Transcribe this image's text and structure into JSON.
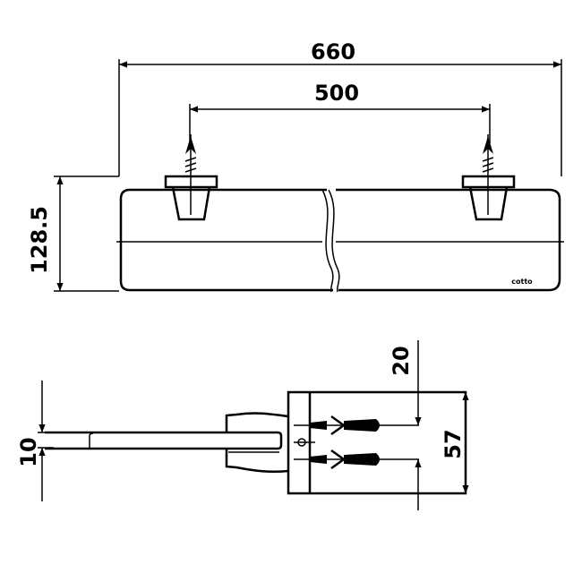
{
  "top_view": {
    "overall_length": "660",
    "bracket_spacing": "500",
    "height": "128.5",
    "logo": "cotto"
  },
  "side_view": {
    "bar_thickness": "10",
    "screw_offset": "20",
    "mount_height": "57"
  },
  "colors": {
    "line": "#000000",
    "background": "#ffffff"
  }
}
